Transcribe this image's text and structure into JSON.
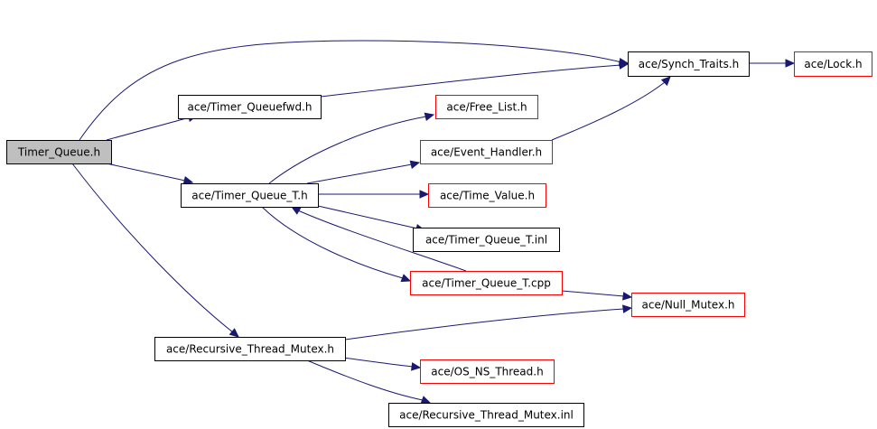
{
  "diagram": {
    "type": "include-dependency-graph",
    "colors": {
      "edge": "#191970",
      "root_fill": "#bfbfbf",
      "root_border": "#000000",
      "normal_border": "#000000",
      "truncated_border": "#ff0000",
      "text": "#000000"
    },
    "nodes": [
      {
        "id": "timer_queue_h",
        "label": "Timer_Queue.h",
        "style": "root"
      },
      {
        "id": "synch_traits",
        "label": "ace/Synch_Traits.h",
        "style": "normal"
      },
      {
        "id": "lock_h",
        "label": "ace/Lock.h",
        "style": "truncated"
      },
      {
        "id": "timer_queuefwd",
        "label": "ace/Timer_Queuefwd.h",
        "style": "normal"
      },
      {
        "id": "free_list",
        "label": "ace/Free_List.h",
        "style": "truncated"
      },
      {
        "id": "event_handler",
        "label": "ace/Event_Handler.h",
        "style": "truncated"
      },
      {
        "id": "timer_queue_t_h",
        "label": "ace/Timer_Queue_T.h",
        "style": "normal"
      },
      {
        "id": "time_value",
        "label": "ace/Time_Value.h",
        "style": "truncated"
      },
      {
        "id": "timer_queue_t_inl",
        "label": "ace/Timer_Queue_T.inl",
        "style": "normal"
      },
      {
        "id": "timer_queue_t_cpp",
        "label": "ace/Timer_Queue_T.cpp",
        "style": "truncated"
      },
      {
        "id": "null_mutex",
        "label": "ace/Null_Mutex.h",
        "style": "truncated"
      },
      {
        "id": "recursive_thread_mutex",
        "label": "ace/Recursive_Thread_Mutex.h",
        "style": "normal"
      },
      {
        "id": "os_ns_thread",
        "label": "ace/OS_NS_Thread.h",
        "style": "truncated"
      },
      {
        "id": "recursive_thread_mutex_inl",
        "label": "ace/Recursive_Thread_Mutex.inl",
        "style": "normal"
      }
    ],
    "edges": [
      {
        "from": "timer_queue_h",
        "to": "synch_traits"
      },
      {
        "from": "timer_queue_h",
        "to": "timer_queuefwd"
      },
      {
        "from": "timer_queue_h",
        "to": "timer_queue_t_h"
      },
      {
        "from": "timer_queue_h",
        "to": "recursive_thread_mutex"
      },
      {
        "from": "synch_traits",
        "to": "lock_h"
      },
      {
        "from": "timer_queuefwd",
        "to": "synch_traits"
      },
      {
        "from": "event_handler",
        "to": "synch_traits"
      },
      {
        "from": "timer_queue_t_h",
        "to": "free_list"
      },
      {
        "from": "timer_queue_t_h",
        "to": "event_handler"
      },
      {
        "from": "timer_queue_t_h",
        "to": "time_value"
      },
      {
        "from": "timer_queue_t_h",
        "to": "timer_queue_t_inl"
      },
      {
        "from": "timer_queue_t_h",
        "to": "timer_queue_t_cpp"
      },
      {
        "from": "timer_queue_t_cpp",
        "to": "timer_queue_t_h"
      },
      {
        "from": "timer_queue_t_cpp",
        "to": "null_mutex"
      },
      {
        "from": "recursive_thread_mutex",
        "to": "null_mutex"
      },
      {
        "from": "recursive_thread_mutex",
        "to": "os_ns_thread"
      },
      {
        "from": "recursive_thread_mutex",
        "to": "recursive_thread_mutex_inl"
      }
    ]
  }
}
